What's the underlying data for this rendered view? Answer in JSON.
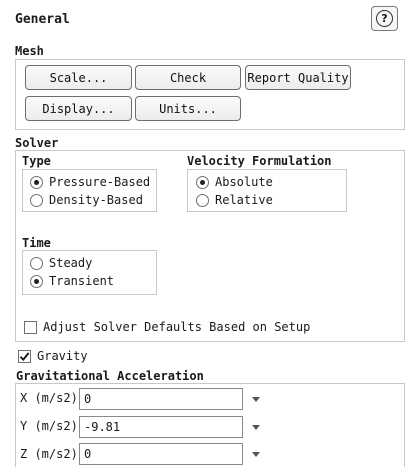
{
  "panel": {
    "title": "General",
    "help_glyph": "?"
  },
  "mesh": {
    "label": "Mesh",
    "buttons": {
      "scale": "Scale...",
      "check": "Check",
      "report_quality": "Report Quality",
      "display": "Display...",
      "units": "Units..."
    }
  },
  "solver": {
    "label": "Solver",
    "type": {
      "label": "Type",
      "options": [
        "Pressure-Based",
        "Density-Based"
      ],
      "selected": "Pressure-Based"
    },
    "velocity_formulation": {
      "label": "Velocity Formulation",
      "options": [
        "Absolute",
        "Relative"
      ],
      "selected": "Absolute"
    },
    "time": {
      "label": "Time",
      "options": [
        "Steady",
        "Transient"
      ],
      "selected": "Transient"
    },
    "adjust_defaults": {
      "label": "Adjust Solver Defaults Based on Setup",
      "checked": false
    }
  },
  "gravity": {
    "label": "Gravity",
    "checked": true
  },
  "gravitational_acceleration": {
    "label": "Gravitational Acceleration",
    "x": {
      "label": "X (m/s2)",
      "value": "0"
    },
    "y": {
      "label": "Y (m/s2)",
      "value": "-9.81"
    },
    "z": {
      "label": "Z (m/s2)",
      "value": "0"
    }
  }
}
